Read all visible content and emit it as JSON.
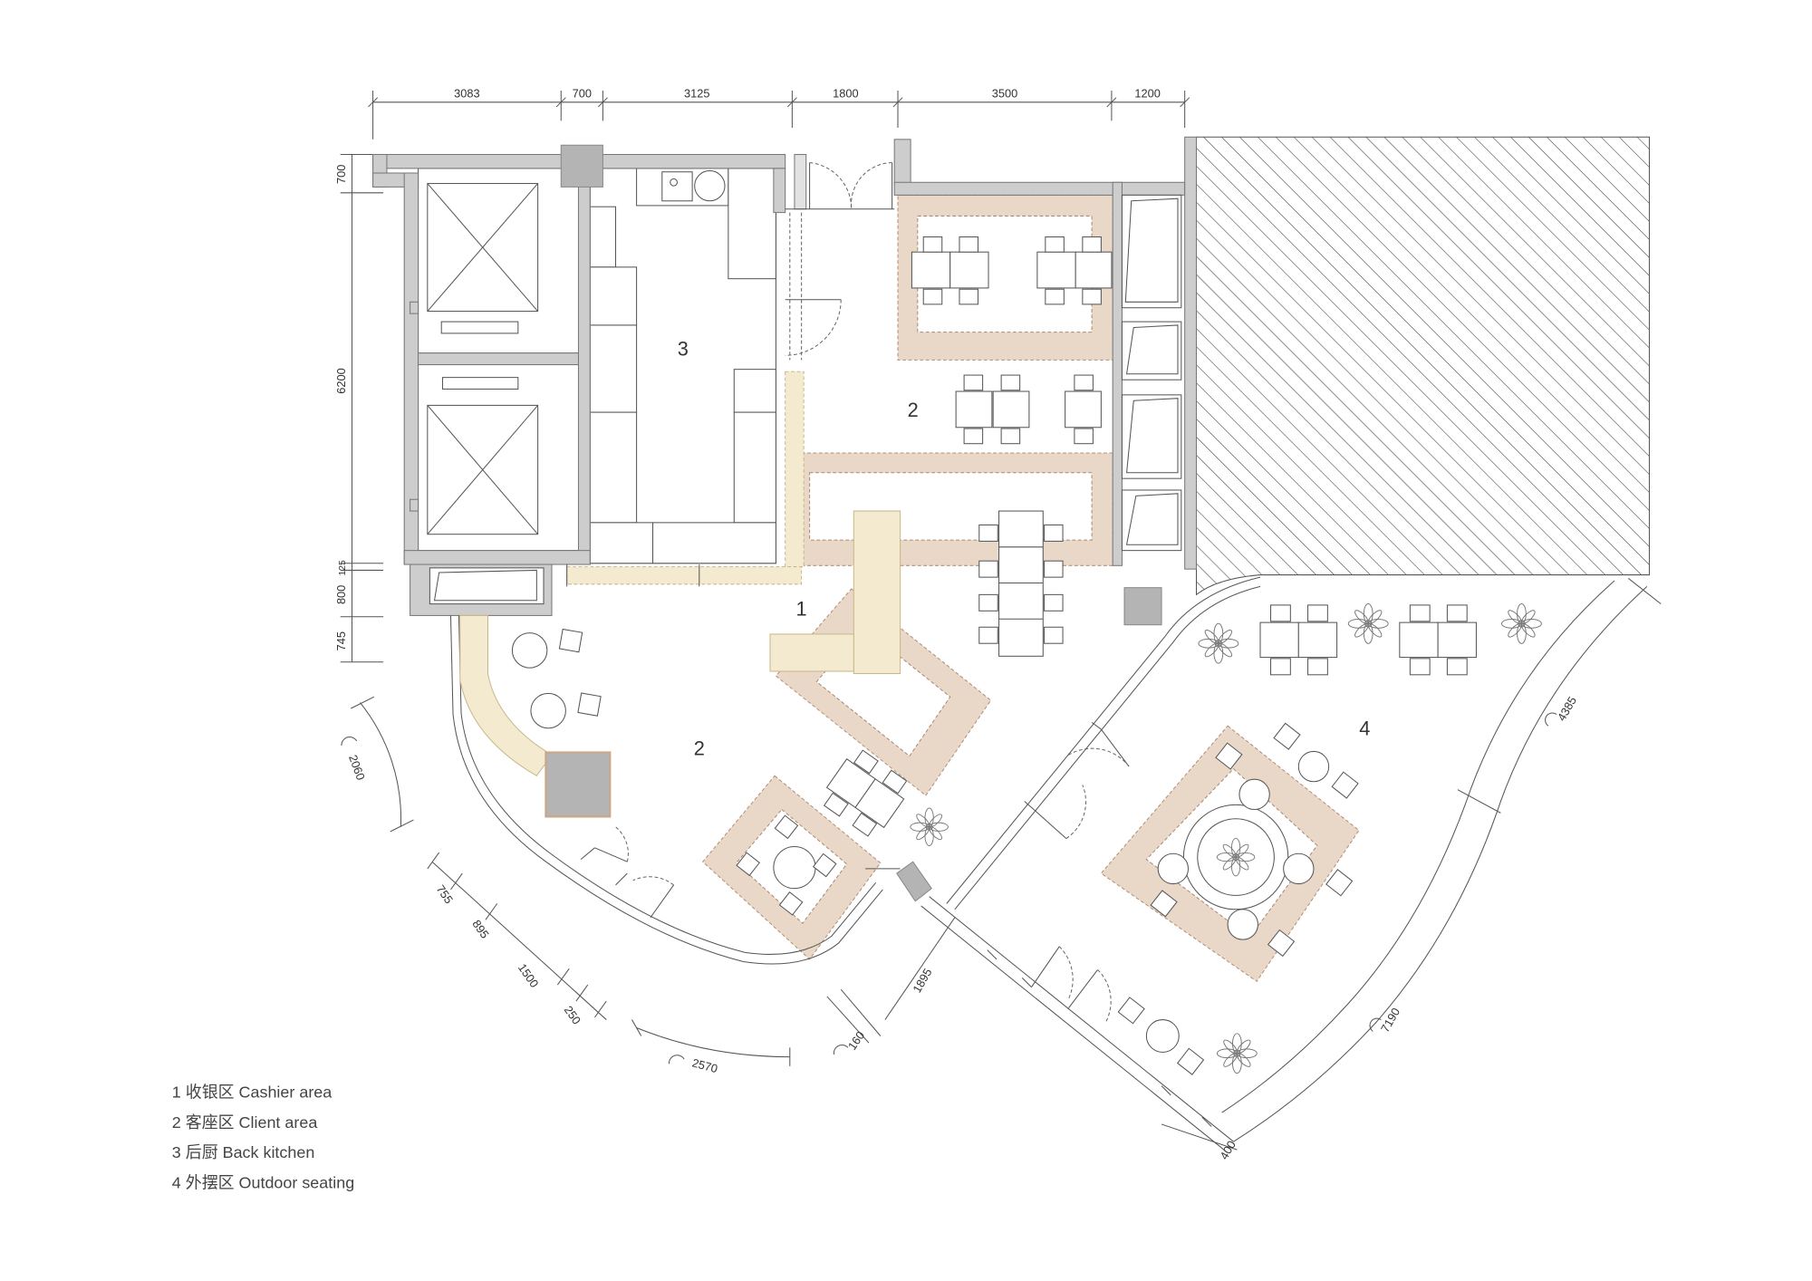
{
  "dimensions": {
    "top": {
      "d1": "3083",
      "d2": "700",
      "d3": "3125",
      "d4": "1800",
      "d5": "3500",
      "d6": "1200"
    },
    "left": {
      "d1": "700",
      "d2": "6200",
      "d3": "125",
      "d4": "800",
      "d5": "745"
    },
    "curved_left": "2060",
    "radial": {
      "r1": "755",
      "r2": "895",
      "r3": "1500",
      "r4": "250"
    },
    "bottom_arc": "2570",
    "small_gap": "160",
    "facade_offset": "1895",
    "outdoor_arc": "4385",
    "outdoor_length": "7190",
    "outdoor_edge": "400"
  },
  "zones": {
    "kitchen": "3",
    "client_upper": "2",
    "client_lower": "2",
    "cashier": "1",
    "outdoor": "4"
  },
  "legend": [
    "1 收银区 Cashier area",
    "2 客座区 Client area",
    "3 后厨 Back kitchen",
    "4 外摆区 Outdoor seating"
  ],
  "colors": {
    "wall": "#cdcdcd",
    "seating_zone": "#e9d7c7",
    "counter": "#f3ead0"
  }
}
